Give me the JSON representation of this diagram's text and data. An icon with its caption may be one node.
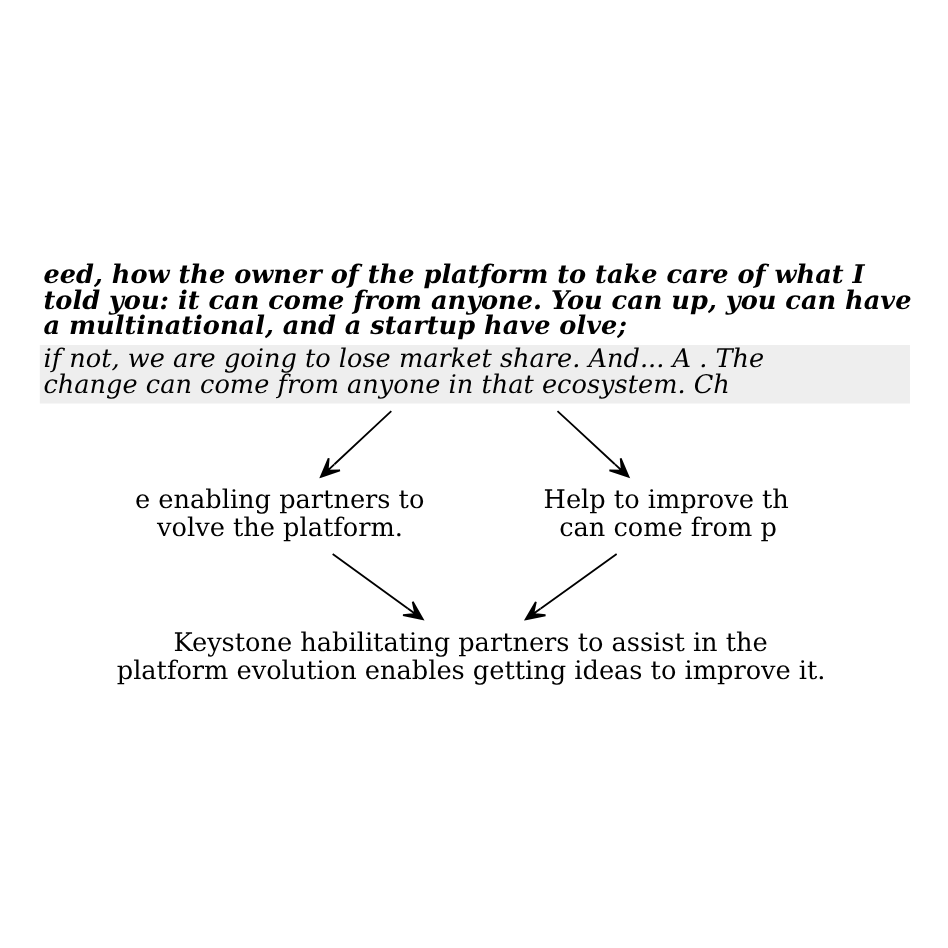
{
  "diagram": {
    "nodes": [
      {
        "text": [
          "eed, how the owner of the platform to take care of what I told you: it can come from anyone. You can up, you can have a multinational, and a startup have olve;",
          "if not, we are going to lose market share. And... A . The change can come from anyone in that ecosystem. Ch"
        ]
      },
      {
        "text": [
          "e enabling partners to volve the platform."
        ]
      },
      {
        "text": [
          "Help to improve th can come from p"
        ]
      },
      {
        "text": [
          "Keystone habilitating partners to assist in the platform evolution enables getting ideas to improve it."
        ]
      }
    ],
    "edges": [
      {
        "from": 0,
        "to": 1,
        "arrow": "to"
      },
      {
        "from": 0,
        "to": 2,
        "arrow": "to"
      },
      {
        "from": 1,
        "to": 3,
        "arrow": "to"
      },
      {
        "from": 2,
        "to": 3,
        "arrow": "to"
      }
    ]
  }
}
